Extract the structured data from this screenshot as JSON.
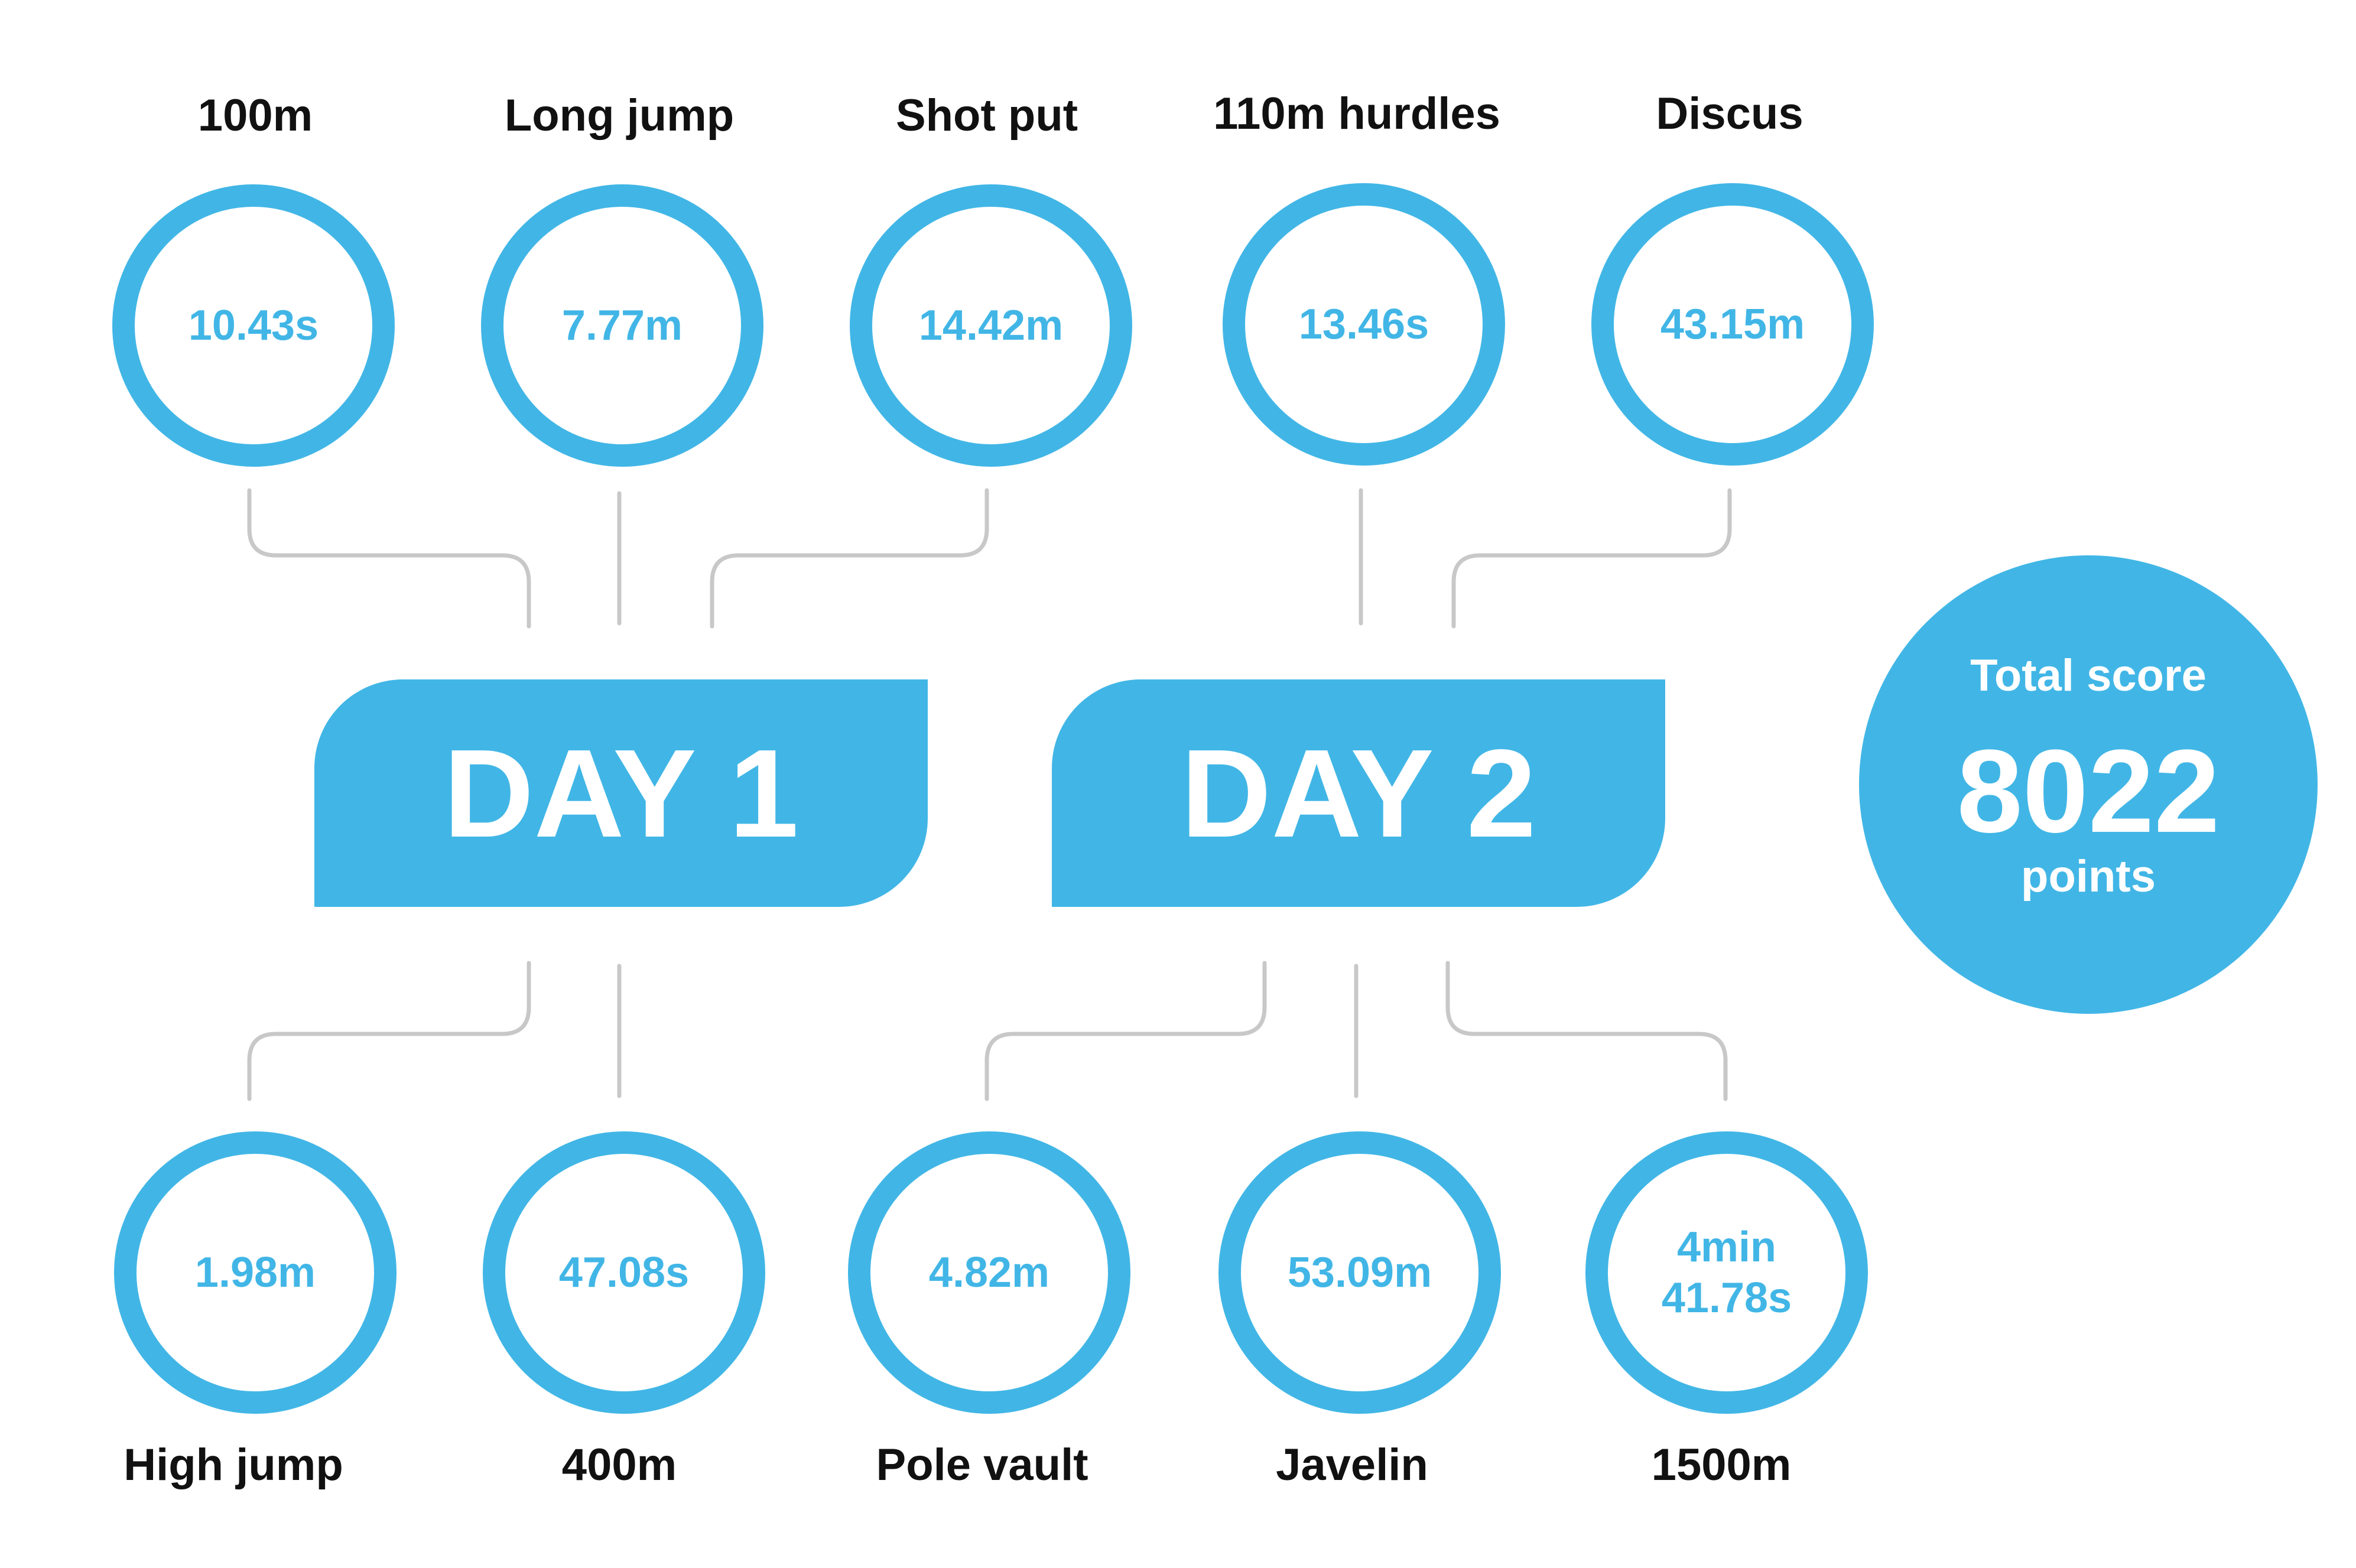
{
  "days": [
    {
      "label": "DAY 1"
    },
    {
      "label": "DAY 2"
    }
  ],
  "events_top": [
    {
      "name": "100m",
      "result": "10.43s"
    },
    {
      "name": "Long jump",
      "result": "7.77m"
    },
    {
      "name": "Shot put",
      "result": "14.42m"
    },
    {
      "name": "110m hurdles",
      "result": "13.46s"
    },
    {
      "name": "Discus",
      "result": "43.15m"
    }
  ],
  "events_bottom": [
    {
      "name": "High jump",
      "result": "1.98m"
    },
    {
      "name": "400m",
      "result": "47.08s"
    },
    {
      "name": "Pole vault",
      "result": "4.82m"
    },
    {
      "name": "Javelin",
      "result": "53.09m"
    },
    {
      "name": "1500m",
      "result": "4min\n41.78s"
    }
  ],
  "total": {
    "label": "Total score",
    "value": "8022",
    "unit": "points"
  },
  "colors": {
    "accent": "#41b6e6",
    "connector": "#c8c8c8",
    "text": "#111111"
  }
}
